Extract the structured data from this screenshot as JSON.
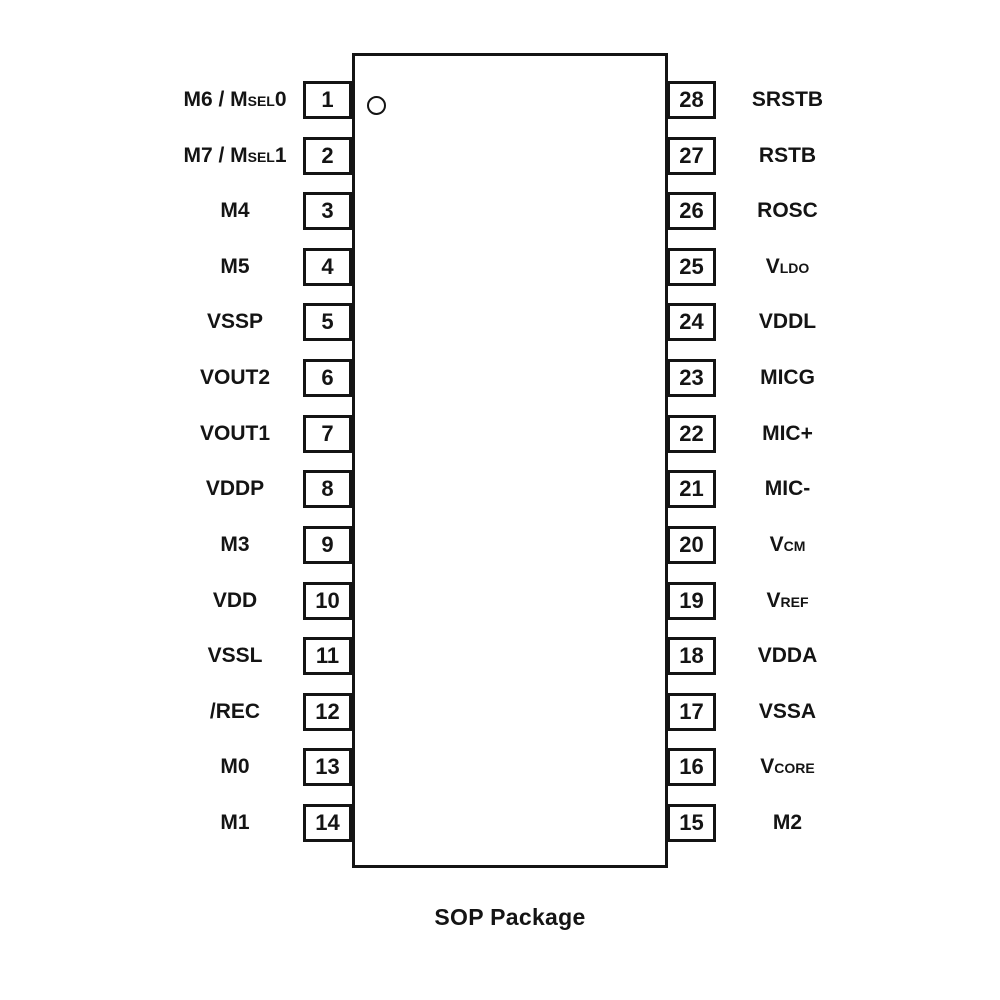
{
  "diagram": {
    "caption": "SOP Package",
    "pin1_marker_icon": "circle-outline",
    "colors": {
      "line": "#141414",
      "background": "#ffffff"
    },
    "pins": {
      "left": [
        {
          "number": "1",
          "label": "M6 / M{SEL}0"
        },
        {
          "number": "2",
          "label": "M7 / M{SEL}1"
        },
        {
          "number": "3",
          "label": "M4"
        },
        {
          "number": "4",
          "label": "M5"
        },
        {
          "number": "5",
          "label": "VSSP"
        },
        {
          "number": "6",
          "label": "VOUT2"
        },
        {
          "number": "7",
          "label": "VOUT1"
        },
        {
          "number": "8",
          "label": "VDDP"
        },
        {
          "number": "9",
          "label": "M3"
        },
        {
          "number": "10",
          "label": "VDD"
        },
        {
          "number": "11",
          "label": "VSSL"
        },
        {
          "number": "12",
          "label": "/REC"
        },
        {
          "number": "13",
          "label": "M0"
        },
        {
          "number": "14",
          "label": "M1"
        }
      ],
      "right": [
        {
          "number": "28",
          "label": "SRSTB"
        },
        {
          "number": "27",
          "label": "RSTB"
        },
        {
          "number": "26",
          "label": "ROSC"
        },
        {
          "number": "25",
          "label": "V{LDO}"
        },
        {
          "number": "24",
          "label": "VDDL"
        },
        {
          "number": "23",
          "label": "MICG"
        },
        {
          "number": "22",
          "label": "MIC+"
        },
        {
          "number": "21",
          "label": "MIC-"
        },
        {
          "number": "20",
          "label": "V{CM}"
        },
        {
          "number": "19",
          "label": "V{REF}"
        },
        {
          "number": "18",
          "label": "VDDA"
        },
        {
          "number": "17",
          "label": "VSSA"
        },
        {
          "number": "16",
          "label": "V{CORE}"
        },
        {
          "number": "15",
          "label": "M2"
        }
      ]
    }
  }
}
